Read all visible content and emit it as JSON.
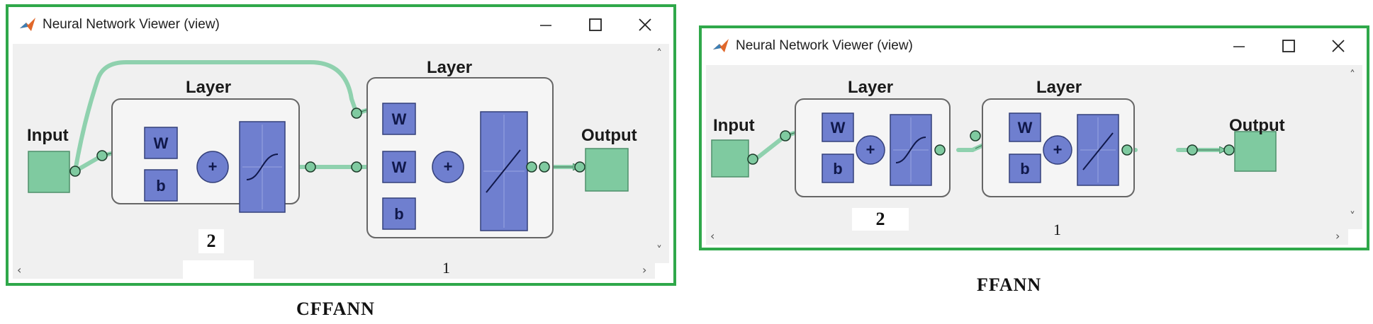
{
  "colors": {
    "panel_border": "#2fa84a",
    "node_green": "#7fcaa0",
    "layer_blue": "#6f7fcf",
    "connection": "#8fd1ae"
  },
  "left_window": {
    "title": "Neural Network Viewer (view)",
    "input_label": "Input",
    "output_label": "Output",
    "layer1_label": "Layer",
    "layer2_label": "Layer",
    "w_label": "W",
    "b_label": "b",
    "sum_label": "+",
    "layer1_number": "2",
    "layer2_number": "1",
    "caption": "CFFANN"
  },
  "right_window": {
    "title": "Neural Network Viewer (view)",
    "input_label": "Input",
    "output_label": "Output",
    "layer1_label": "Layer",
    "layer2_label": "Layer",
    "w_label": "W",
    "b_label": "b",
    "sum_label": "+",
    "layer1_number": "2",
    "layer2_number": "1",
    "caption": "FFANN"
  },
  "icons": [
    "matlab-logo-icon",
    "minimize-icon",
    "maximize-icon",
    "close-icon",
    "scroll-up-icon",
    "scroll-down-icon",
    "scroll-left-icon",
    "scroll-right-icon",
    "transfer-sigmoid-icon",
    "transfer-linear-icon"
  ]
}
